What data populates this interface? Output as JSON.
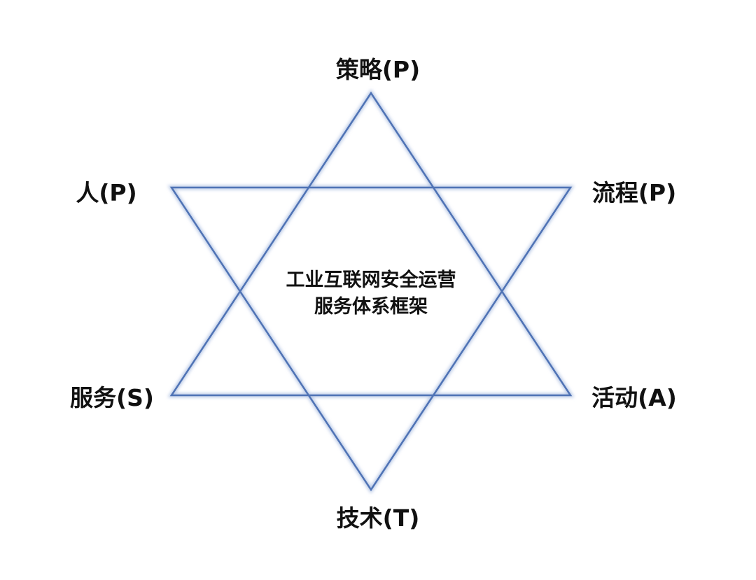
{
  "title_lines": [
    "工业互联网安全运营",
    "服务体系框架"
  ],
  "vertices": {
    "top": "策略(P)",
    "upper_left": "人(P)",
    "upper_right": "流程(P)",
    "lower_left": "服务(S)",
    "lower_right": "活动(A)",
    "bottom": "技术(T)"
  },
  "colors": {
    "line": "#4f73b5",
    "glow": "#b9c9e6"
  }
}
